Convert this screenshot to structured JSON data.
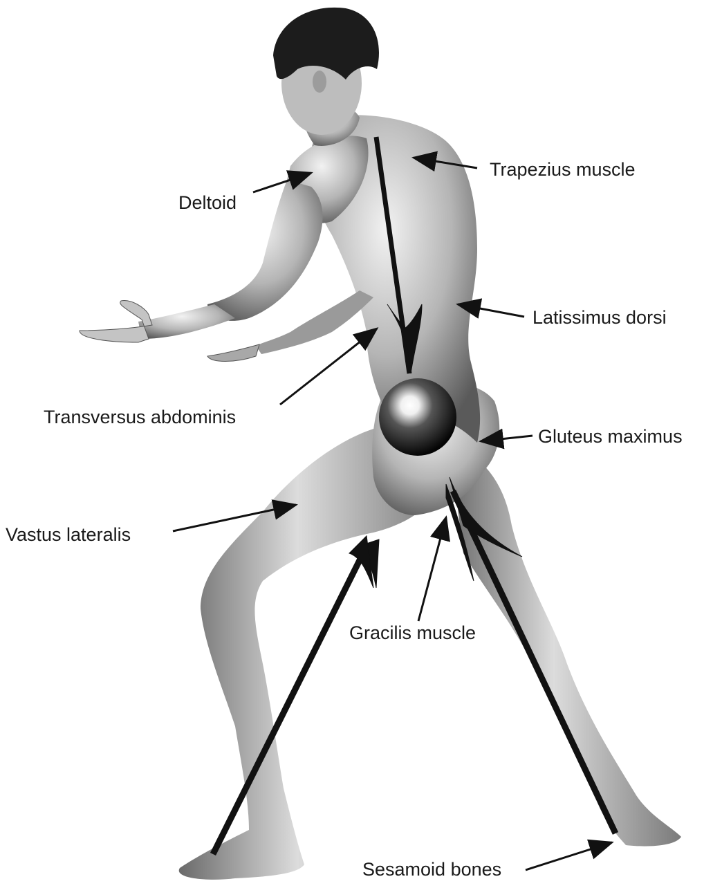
{
  "labels": {
    "trapezius": "Trapezius muscle",
    "deltoid": "Deltoid",
    "latissimus": "Latissimus dorsi",
    "transversus": "Transversus abdominis",
    "gluteus": "Gluteus maximus",
    "vastus": "Vastus lateralis",
    "gracilis": "Gracilis muscle",
    "sesamoid": "Sesamoid bones"
  },
  "colors": {
    "background": "#ffffff",
    "figure_skin": "#b8b8b8",
    "hair": "#1c1c1c",
    "arrow": "#111111",
    "label_text": "#1a1a1a"
  }
}
